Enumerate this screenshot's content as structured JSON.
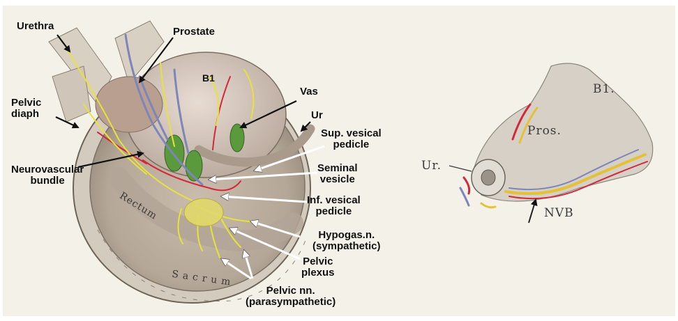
{
  "left_figure": {
    "labels": {
      "urethra": "Urethra",
      "prostate": "Prostate",
      "bladder": "B1",
      "vas": "Vas",
      "ureter": "Ur",
      "pelvic_diaph_1": "Pelvic",
      "pelvic_diaph_2": "diaph",
      "sup_vesical_1": "Sup. vesical",
      "sup_vesical_2": "pedicle",
      "nvb_1": "Neurovascular",
      "nvb_2": "bundle",
      "seminal_1": "Seminal",
      "seminal_2": "vesicle",
      "inf_vesical_1": "Inf. vesical",
      "inf_vesical_2": "pedicle",
      "hypogas_1": "Hypogas.n.",
      "hypogas_2": "(sympathetic)",
      "pelvic_plexus_1": "Pelvic",
      "pelvic_plexus_2": "plexus",
      "pelvic_nn_1": "Pelvic nn.",
      "pelvic_nn_2": "(parasympathetic)",
      "rectum": "Rectum",
      "sacrum": "Sacrum"
    }
  },
  "right_figure": {
    "labels": {
      "bladder": "B1.",
      "prostate": "Pros.",
      "urethra": "Ur.",
      "nvb": "NVB"
    }
  },
  "colors": {
    "background": "#ffffff",
    "paper": "#f4f1e8",
    "tissue": "#d9cfc4",
    "nerve": "#e8e23a",
    "artery": "#d2283c",
    "vein": "#7c86b8",
    "seminal": "#5a9a3c"
  }
}
